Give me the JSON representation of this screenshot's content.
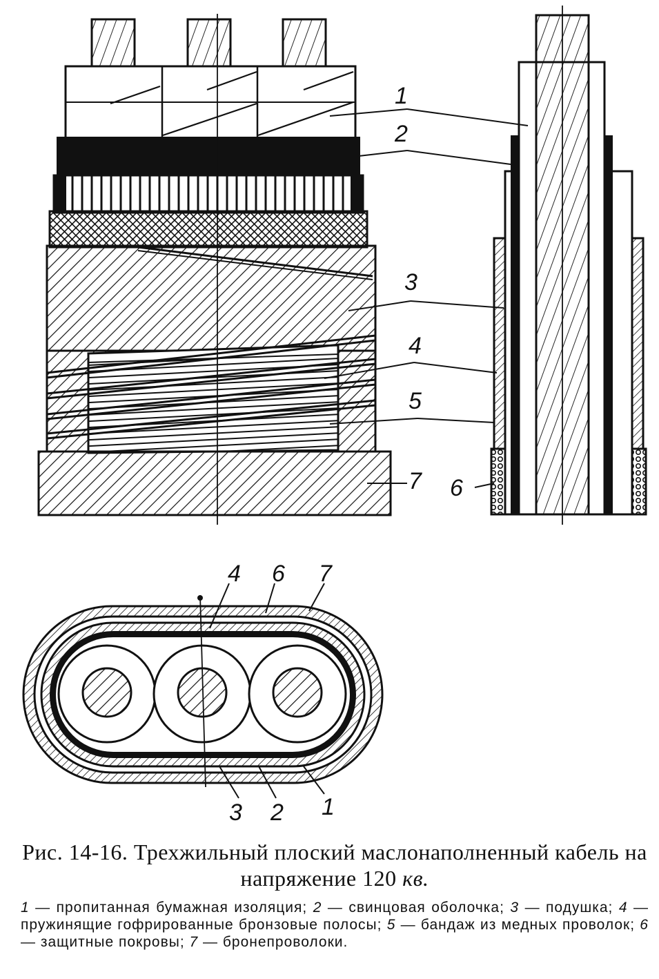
{
  "figure": {
    "side_view_labels": [
      "1",
      "2",
      "3",
      "4",
      "5",
      "7"
    ],
    "end_view_labels": [
      "6"
    ],
    "cross_section_labels": [
      "4",
      "6",
      "7",
      "3",
      "2",
      "1"
    ]
  },
  "caption": {
    "prefix": "Рис. 14-16.",
    "title_main": "Трехжильный плоский маслонаполненный кабель на напряжение 120",
    "title_unit": "кв."
  },
  "legend": [
    {
      "num": "1",
      "text": "пропитанная бумажная изоляция;"
    },
    {
      "num": "2",
      "text": "свинцовая оболочка;"
    },
    {
      "num": "3",
      "text": "подушка;"
    },
    {
      "num": "4",
      "text": "пружинящие гофрированные бронзовые полосы;"
    },
    {
      "num": "5",
      "text": "бандаж из медных проволок;"
    },
    {
      "num": "6",
      "text": "защитные покровы;"
    },
    {
      "num": "7",
      "text": "бронепроволоки."
    }
  ]
}
